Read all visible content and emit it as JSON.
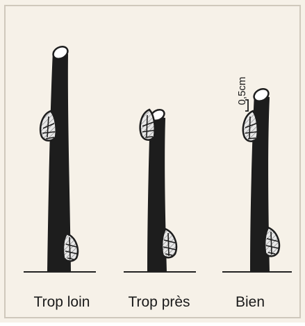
{
  "captions": {
    "too_far": "Trop loin",
    "too_close": "Trop près",
    "good": "Bien"
  },
  "measure": {
    "label": "0,5cm"
  },
  "colors": {
    "background": "#f6f1e8",
    "frame": "#cfc8bc",
    "stem": "#1d1d1d",
    "cut": "#ffffff",
    "bud_fill": "#e6e6e6",
    "ground": "#222222"
  }
}
